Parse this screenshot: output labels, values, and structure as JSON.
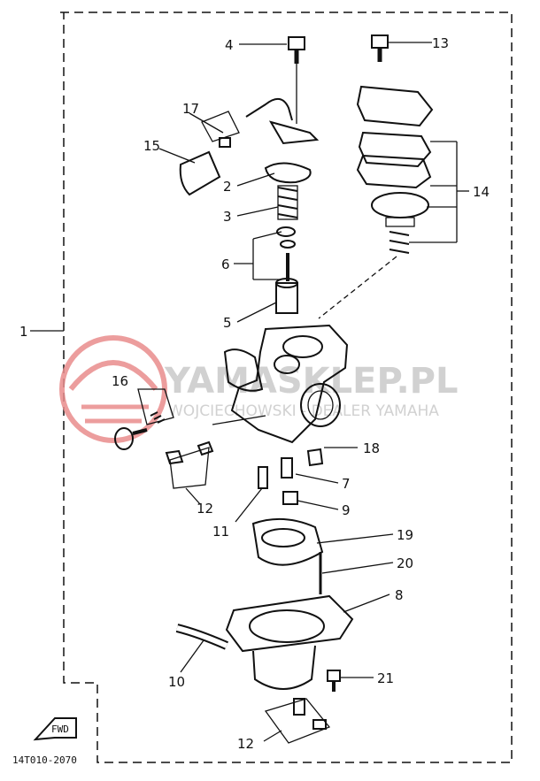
{
  "part_numbers": [
    "1",
    "2",
    "3",
    "4",
    "5",
    "6",
    "7",
    "8",
    "9",
    "10",
    "11",
    "12",
    "12",
    "13",
    "14",
    "15",
    "16",
    "17",
    "18",
    "19",
    "20",
    "21"
  ],
  "diagram_code": "14T010-2070",
  "fwd_label": "FWD",
  "watermark": {
    "brand": "YAMASKLEP.PL",
    "tagline": "WOJCIECHOWSKI - DEALER YAMAHA"
  },
  "colors": {
    "line": "#111111",
    "watermark": "#c9c9c9",
    "logo": "#e98d8d"
  }
}
